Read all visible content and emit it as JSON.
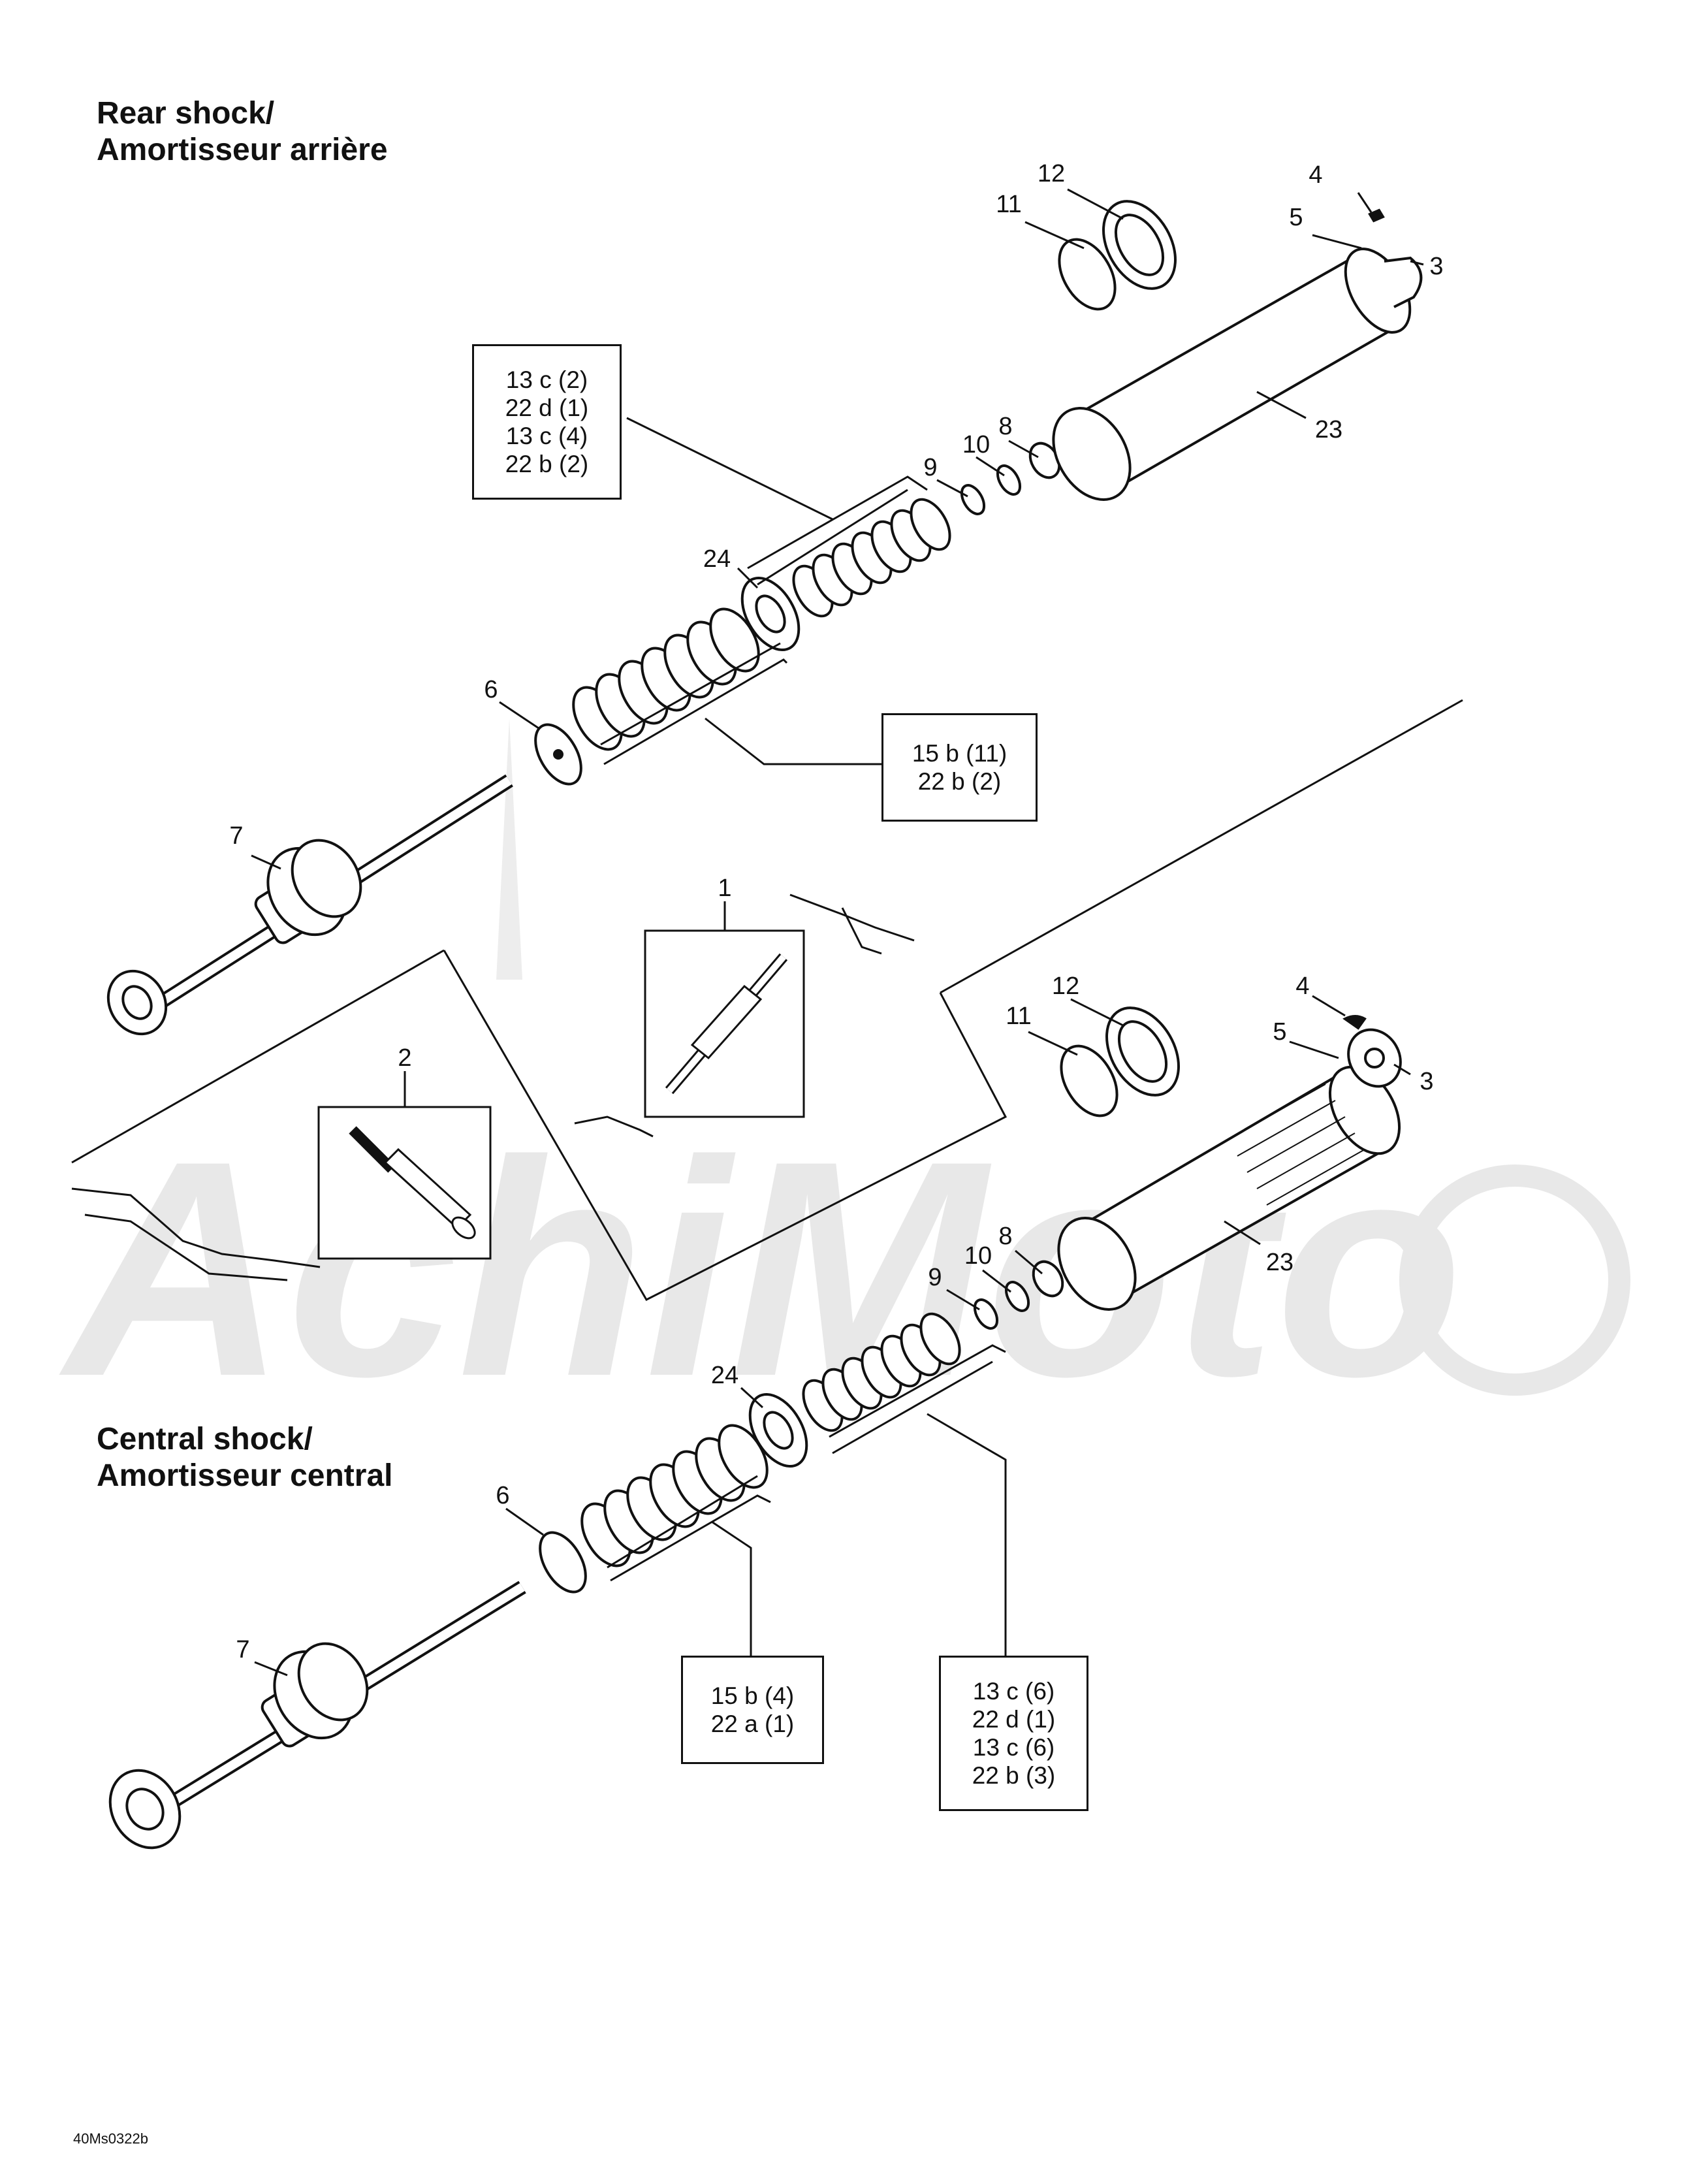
{
  "rear_section": {
    "title_en": "Rear shock/",
    "title_fr": "Amortisseur arrière",
    "callouts": [
      "1",
      "3",
      "4",
      "5",
      "6",
      "7",
      "8",
      "9",
      "10",
      "11",
      "12",
      "23",
      "24"
    ],
    "box_upper": [
      "13 c (2)",
      "22 d (1)",
      "13 c (4)",
      "22 b (2)"
    ],
    "box_lower": [
      "15 b (11)",
      "22 b (2)"
    ]
  },
  "central_section": {
    "title_en": "Central shock/",
    "title_fr": "Amortisseur central",
    "callouts": [
      "2",
      "3",
      "4",
      "5",
      "6",
      "7",
      "8",
      "9",
      "10",
      "11",
      "12",
      "23",
      "24"
    ],
    "box_left": [
      "15 b (4)",
      "22 a (1)"
    ],
    "box_right": [
      "13 c (6)",
      "22 d (1)",
      "13 c (6)",
      "22 b (3)"
    ]
  },
  "figure_code": "40Ms0322b",
  "watermark": "AchiMoto",
  "colors": {
    "ink": "#111111",
    "watermark": "#e4e4e4"
  }
}
